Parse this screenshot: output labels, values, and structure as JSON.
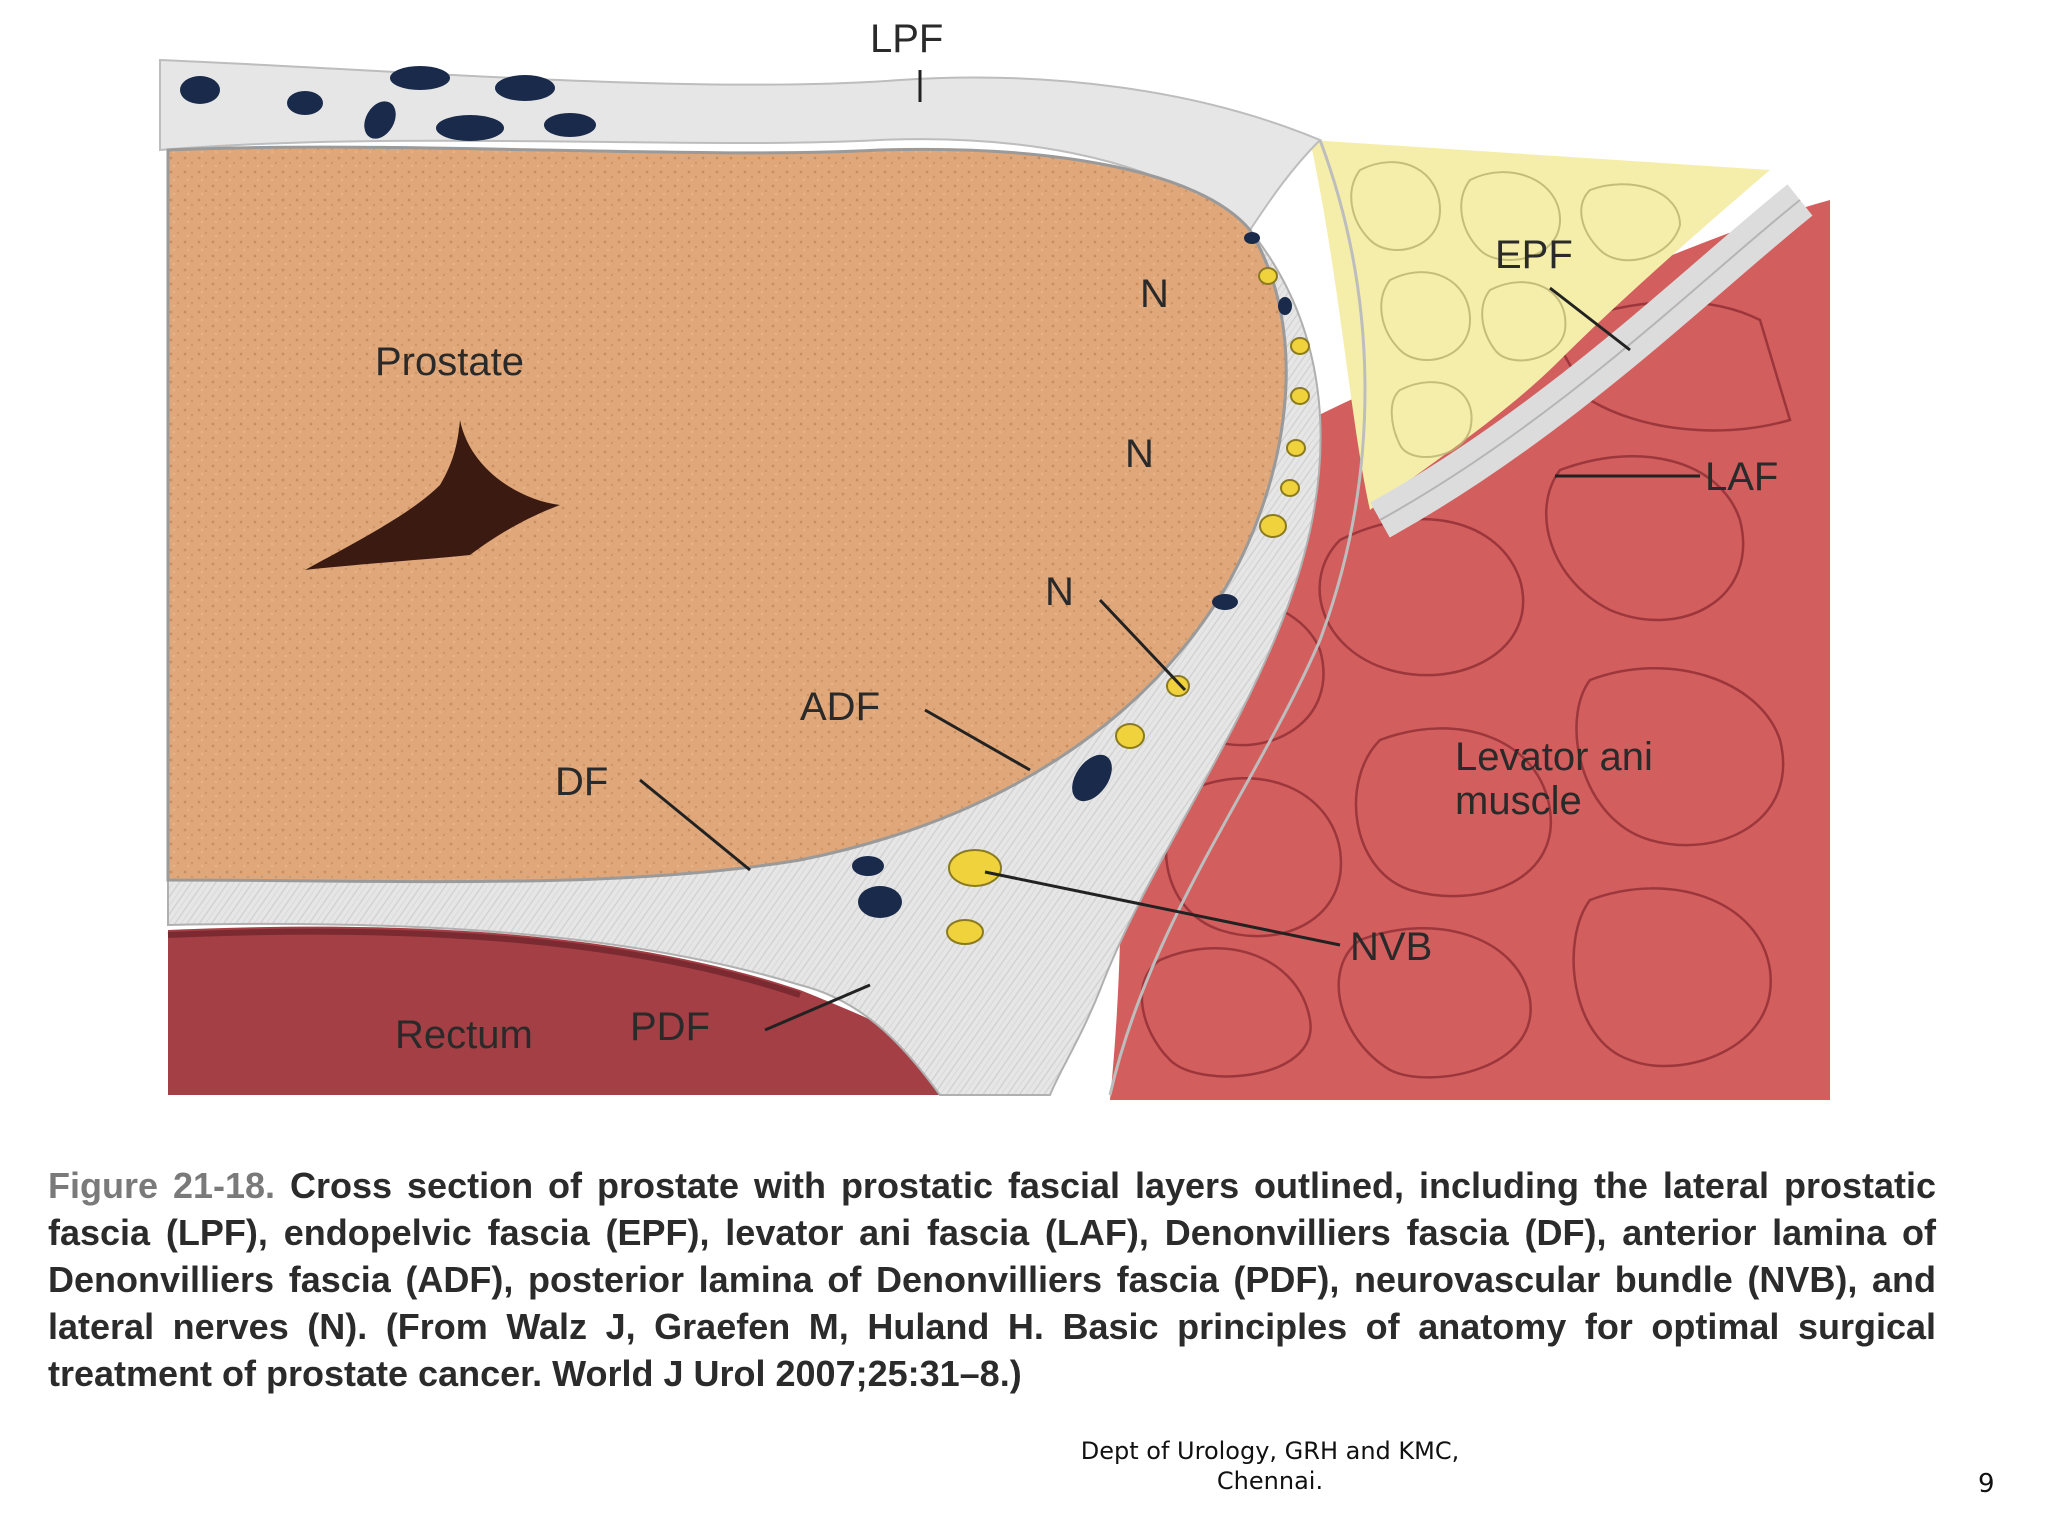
{
  "labels": {
    "lpf": "LPF",
    "epf": "EPF",
    "laf": "LAF",
    "n1": "N",
    "n2": "N",
    "n3": "N",
    "prostate": "Prostate",
    "adf": "ADF",
    "df": "DF",
    "nvb": "NVB",
    "levator": "Levator ani muscle",
    "rectum": "Rectum",
    "pdf": "PDF"
  },
  "caption": {
    "figure_number": "Figure 21-18.",
    "text": "Cross section of prostate with prostatic fascial layers outlined, including the lateral prostatic fascia (LPF), endopelvic fascia (EPF), levator ani fascia (LAF), Denonvilliers fascia (DF), anterior lamina of Denonvilliers fascia (ADF), posterior lamina of Denonvilliers fascia (PDF), neurovascular bundle (NVB), and lateral nerves (N). (From Walz J, Graefen M, Huland H. Basic principles of anatomy for optimal surgical treatment of prostate cancer. World J Urol 2007;25:31–8.)"
  },
  "footer": {
    "dept": "Dept of Urology, GRH and KMC, Chennai.",
    "slide_number": "9"
  },
  "colors": {
    "prostate": "#e0a87a",
    "fascia": "#e4e4e4",
    "muscle": "#d25e5e",
    "fat": "#f5eeaa",
    "rectum": "#a43f45",
    "nerve": "#f0d23c",
    "vessel": "#1a2a4a"
  }
}
